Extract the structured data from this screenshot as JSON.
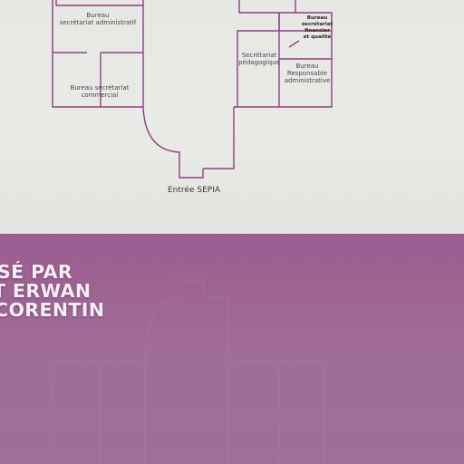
{
  "floor_plan": {
    "rooms": {
      "bureau_secretariat_administratif": [
        "Bureau",
        "secrétariat administratif"
      ],
      "bureau_secretariat_commercial": [
        "Bureau secrétariat",
        "commercial"
      ],
      "secretariat_pedagogique": [
        "Secrétariat",
        "pédagogique"
      ],
      "bureau_secretariat_financier": [
        "Bureau",
        "secrétariat",
        "financier",
        "et qualité"
      ],
      "bureau_responsable_administrative": [
        "Bureau",
        "Responsable",
        "administrative"
      ]
    },
    "entrance_label": "Entrée SEPIA"
  },
  "credit": {
    "line1": "SÉ PAR",
    "line2": "T ERWAN",
    "line3": "CORENTIN"
  },
  "colors": {
    "wall": "#8e3f84",
    "panel_light": "#e8eae6",
    "panel_purple": "#9e6896",
    "credit_text": "#f5eef4"
  }
}
